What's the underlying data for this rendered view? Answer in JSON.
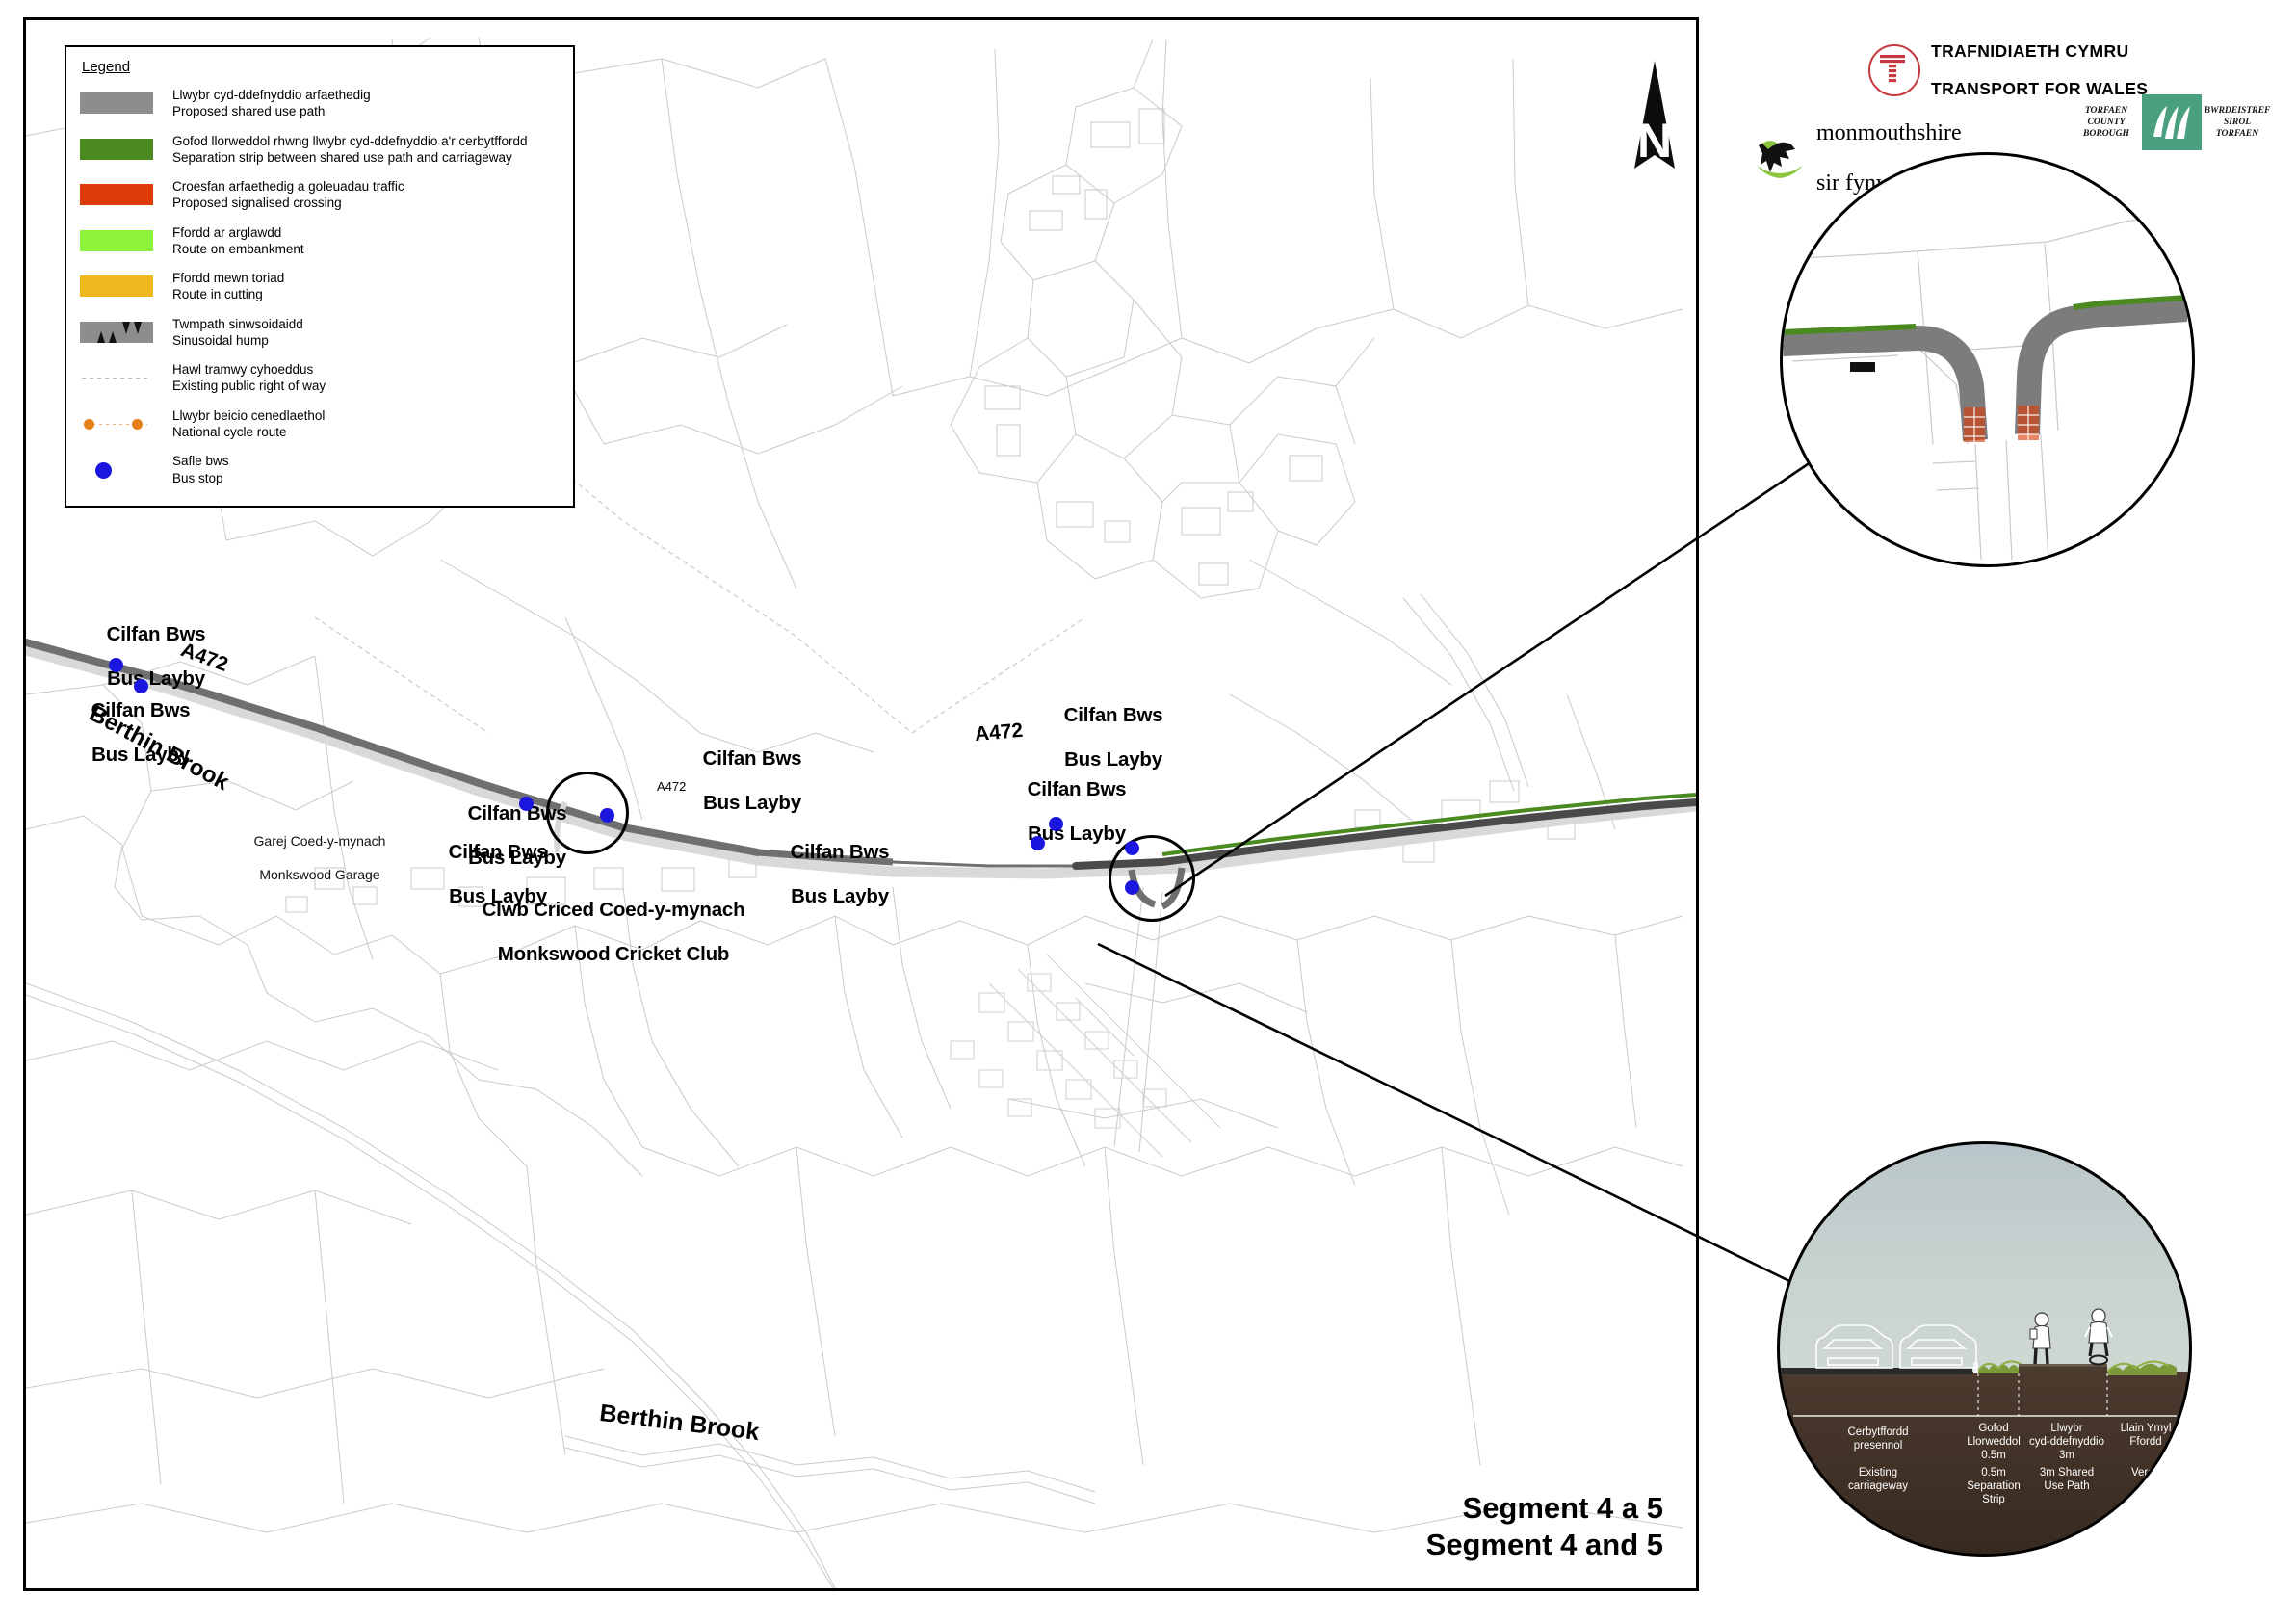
{
  "legend": {
    "title": "Legend",
    "items": [
      {
        "swatch": "grey-bar",
        "color": "#8d8d8d",
        "cy": "Llwybr cyd-ddefnyddio arfaethedig",
        "en": "Proposed shared use path"
      },
      {
        "swatch": "green-bar",
        "color": "#4a8a20",
        "cy": "Gofod llorweddol rhwng llwybr cyd-ddefnyddio a'r cerbytffordd",
        "en": "Separation strip between shared use path and carriageway"
      },
      {
        "swatch": "red-bar",
        "color": "#dd3b08",
        "cy": "Croesfan arfaethedig a goleuadau traffic",
        "en": "Proposed signalised crossing"
      },
      {
        "swatch": "brightgreen-bar",
        "color": "#8cf23c",
        "cy": "Ffordd ar arglawdd",
        "en": "Route on embankment"
      },
      {
        "swatch": "amber-bar",
        "color": "#eeb81f",
        "cy": "Ffordd mewn toriad",
        "en": "Route in cutting"
      },
      {
        "swatch": "hump-icon",
        "color": "#8d8d8d",
        "cy": "Twmpath sinwsoidaidd",
        "en": "Sinusoidal hump"
      },
      {
        "swatch": "dashed-line",
        "color": "#bbbbbb",
        "cy": "Hawl tramwy cyhoeddus",
        "en": "Existing public right of way"
      },
      {
        "swatch": "cycle-route-line",
        "color": "#e8801a",
        "cy": "Llwybr beicio cenedlaethol",
        "en": "National cycle route"
      },
      {
        "swatch": "bus-stop-dot",
        "color": "#1a16e0",
        "cy": "Safle bws",
        "en": "Bus stop"
      }
    ]
  },
  "north_arrow": {
    "label": "N"
  },
  "map": {
    "title_cy": "Segment 4 a 5",
    "title_en": "Segment 4 and 5",
    "road_labels": [
      {
        "name": "a472-west",
        "text": "A472"
      },
      {
        "name": "a472-mid",
        "text": "A472"
      },
      {
        "name": "a472-east",
        "text": "A472"
      }
    ],
    "bus_layby_labels": [
      {
        "cy": "Cilfan Bws",
        "en": "Bus Layby"
      },
      {
        "cy": "Cilfan Bws",
        "en": "Bus Layby"
      },
      {
        "cy": "Cilfan Bws",
        "en": "Bus Layby"
      },
      {
        "cy": "Cilfan Bws",
        "en": "Bus Layby"
      },
      {
        "cy": "Cilfan Bws",
        "en": "Bus Layby"
      },
      {
        "cy": "Cilfan Bws",
        "en": "Bus Layby"
      },
      {
        "cy": "Cilfan Bws",
        "en": "Bus Layby"
      },
      {
        "cy": "Cilfan Bws",
        "en": "Bus Layby"
      }
    ],
    "place_labels": [
      {
        "name": "monkswood-garage",
        "cy": "Garej Coed-y-mynach",
        "en": "Monkswood Garage"
      },
      {
        "name": "monkswood-cricket-club",
        "cy": "Clwb Criced Coed-y-mynach",
        "en": "Monkswood Cricket Club"
      }
    ],
    "water_labels": [
      {
        "name": "berthin-brook-upper",
        "text": "Berthin Brook"
      },
      {
        "name": "berthin-brook-lower",
        "text": "Berthin Brook"
      }
    ]
  },
  "logos": {
    "tfw": {
      "cy": "TRAFNIDIAETH CYMRU",
      "en": "TRANSPORT FOR WALES",
      "color": "#c8393f"
    },
    "monmouthshire": {
      "en": "monmouthshire",
      "cy": "sir fynwy",
      "color": "#8cc63f"
    },
    "torfaen": {
      "en": "TORFAEN\nCOUNTY\nBOROUGH",
      "cy": "BWRDEISTREF\nSIROL\nTORFAEN",
      "color": "#4aa07e"
    }
  },
  "inset_junction": {
    "name": "junction-detail-inset"
  },
  "inset_section": {
    "name": "cross-section-inset",
    "labels": [
      {
        "cy": "Cerbytffordd\npresennol",
        "en": "Existing\ncarriageway"
      },
      {
        "cy": "Gofod\nLlorweddol\n0.5m",
        "en": "0.5m\nSeparation\nStrip"
      },
      {
        "cy": "Llwybr\ncyd-ddefnyddio\n3m",
        "en": "3m Shared\nUse Path"
      },
      {
        "cy": "Llain Ymyl\nFfordd",
        "en": "Verge"
      }
    ]
  }
}
